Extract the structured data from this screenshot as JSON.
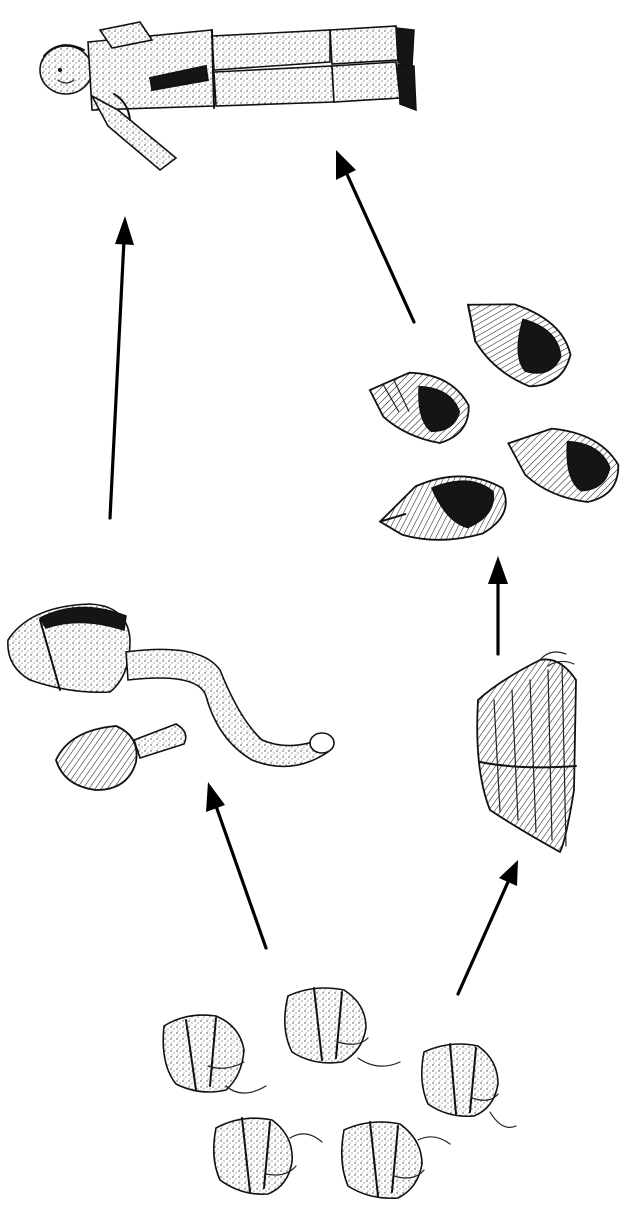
{
  "colors": {
    "ink": "#111111",
    "background": "#ffffff"
  },
  "organisms": [
    {
      "id": "human",
      "name": "human-figure-icon"
    },
    {
      "id": "whelks",
      "name": "whelk-shells-icon"
    },
    {
      "id": "barnacle",
      "name": "barnacle-icon"
    },
    {
      "id": "shipworm",
      "name": "shipworm-icon"
    },
    {
      "id": "plankton",
      "name": "dinoflagellates-icon"
    }
  ],
  "arrows": [
    {
      "from": "shipworm",
      "to": "human"
    },
    {
      "from": "whelks",
      "to": "human"
    },
    {
      "from": "barnacle",
      "to": "whelks"
    },
    {
      "from": "plankton",
      "to": "shipworm"
    },
    {
      "from": "plankton",
      "to": "barnacle"
    }
  ]
}
